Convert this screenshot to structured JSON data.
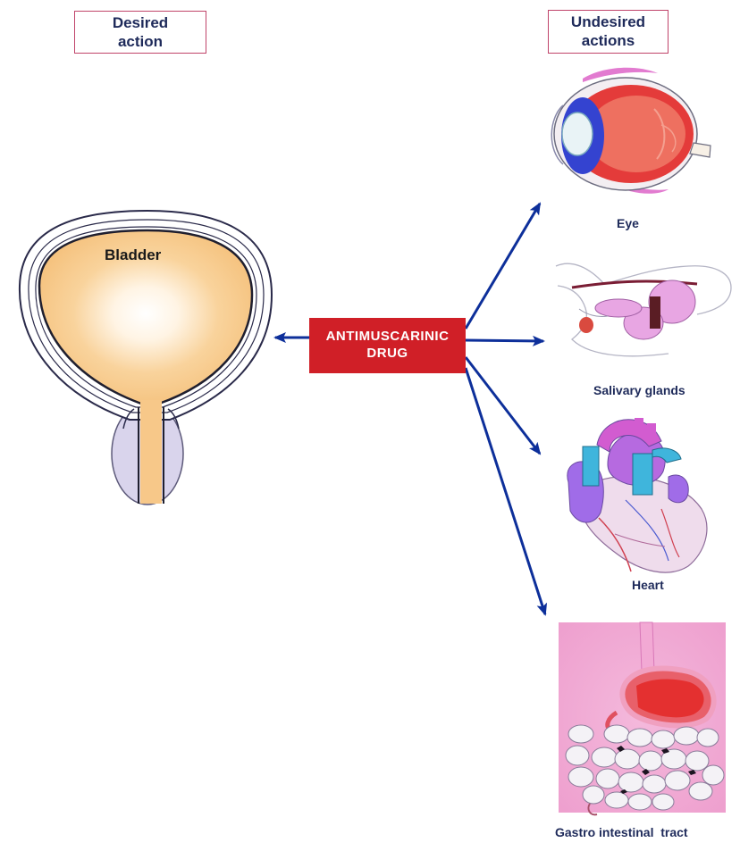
{
  "headers": {
    "desired": [
      "Desired",
      "action"
    ],
    "undesired": [
      "Undesired",
      "actions"
    ]
  },
  "drug": {
    "line1": "ANTIMUSCARINIC",
    "line2": "DRUG"
  },
  "bladder": {
    "label": "Bladder"
  },
  "organs": {
    "eye": "Eye",
    "salivary": "Salivary glands",
    "heart": "Heart",
    "gi": "Gastro intestinal  tract"
  },
  "colors": {
    "arrow": "#0d2f9a",
    "drug_box": "#d01f27",
    "header_border": "#c0446a",
    "bladder_fill": "#f7c889",
    "text": "#1e2a5a"
  }
}
